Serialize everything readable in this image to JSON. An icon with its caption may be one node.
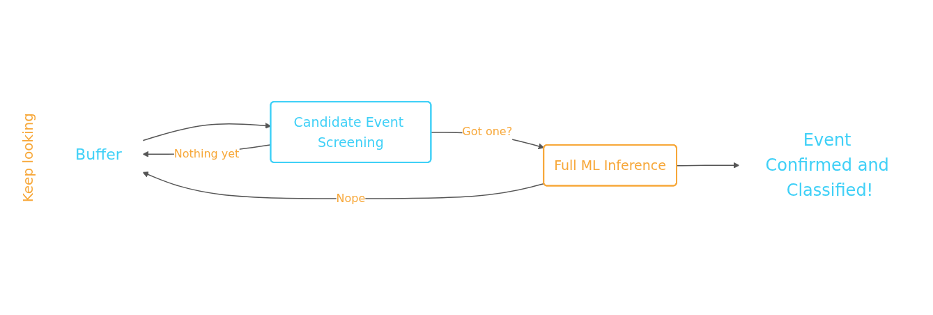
{
  "diagram": {
    "nodes": [
      {
        "text": [
          "Buffer"
        ]
      },
      {
        "text": [
          "Candidate Event Screening"
        ]
      },
      {
        "text": [
          "Full ML Inference"
        ]
      },
      {
        "text": [
          "Event Confirmed and Classified!"
        ]
      }
    ],
    "edges": [
      {
        "from": 0,
        "to": 1,
        "arrow": "to"
      },
      {
        "from": 1,
        "to": 2,
        "arrow": "to",
        "label": "Got one?"
      },
      {
        "from": 2,
        "to": 3,
        "arrow": "to"
      },
      {
        "from": 1,
        "to": 0,
        "arrow": "to",
        "label": "Nothing yet"
      },
      {
        "from": 2,
        "to": 0,
        "arrow": "to",
        "label": "Nope"
      }
    ],
    "labels": [
      "Keep looking"
    ]
  }
}
